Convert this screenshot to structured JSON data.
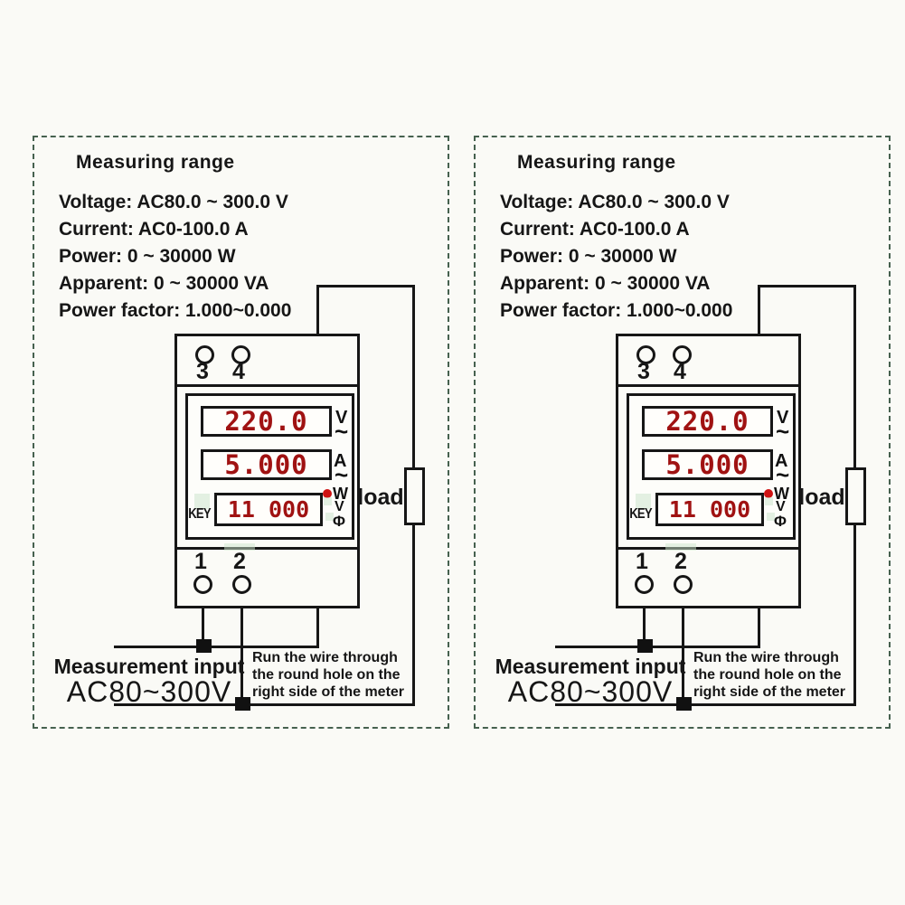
{
  "colors": {
    "panel_border_green": "#46614f",
    "ink_black": "#161616",
    "digit_red": "#a01212",
    "indicator_red": "#cf1313",
    "watermark_green": "#cde6cd"
  },
  "panel": {
    "title": "Measuring range",
    "specs": [
      "Voltage: AC80.0 ~ 300.0 V",
      "Current: AC0-100.0 A",
      "Power: 0 ~ 30000 W",
      "Apparent: 0 ~ 30000 VA",
      "Power factor: 1.000~0.000"
    ],
    "meter": {
      "top_terminal_labels": [
        "3",
        "4"
      ],
      "bottom_terminal_labels": [
        "1",
        "2"
      ],
      "key_label": "KEY",
      "displays": [
        {
          "value": "220.0",
          "unit": "V",
          "ac_symbol": "~"
        },
        {
          "value": "5.000",
          "unit": "A",
          "ac_symbol": "~"
        },
        {
          "value": "11 000",
          "unit_options": [
            "W",
            "V",
            "Φ"
          ]
        }
      ]
    },
    "load_label": "load",
    "measurement_input_label": "Measurement input",
    "measurement_input_range": "AC80~300V",
    "note_lines": [
      "Run the wire through",
      "the round hole on the",
      "right side of the meter"
    ]
  }
}
